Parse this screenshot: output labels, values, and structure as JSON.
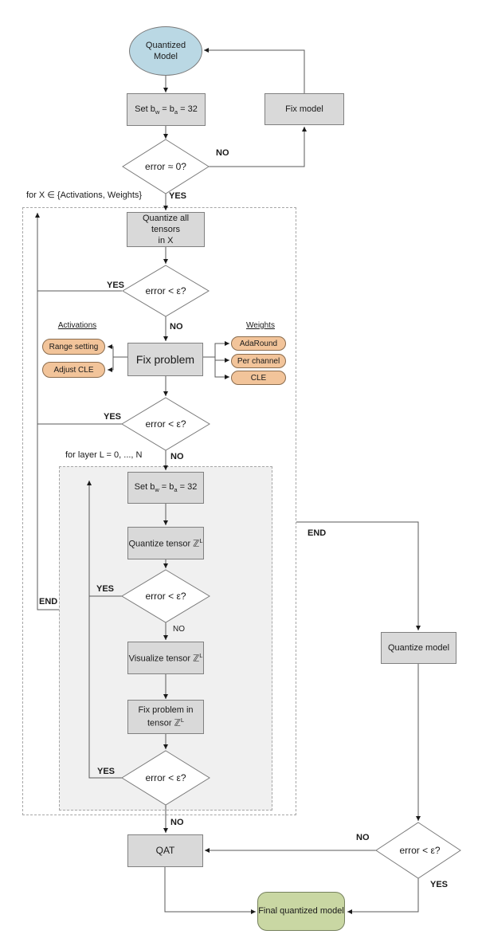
{
  "colors": {
    "line": "#5a5a5a",
    "shape_border": "#7a7a7a",
    "box_fill": "#d9d9d9",
    "box_border": "#808080",
    "ellipse_fill": "#bad8e4",
    "pill_fill": "#f2c49a",
    "pill_border": "#8a6c4e",
    "green_fill": "#c9d7a3",
    "green_border": "#76815d",
    "inner_loop_fill": "#f0f0f0",
    "dashed_border": "#a6a6a6",
    "text": "#1a1a1a",
    "arrow": "#1a1a1a"
  },
  "nodes": {
    "start": "Quantized\nModel",
    "set_bits": {
      "pre": "Set b",
      "sub1": "w",
      "mid": " = b",
      "sub2": "a",
      "post": " = 32"
    },
    "fix_model": "Fix model",
    "quantize_all": "Quantize all tensors\nin X",
    "fix_problem": "Fix problem",
    "quantize_tensor": {
      "text": "Quantize tensor ℤ",
      "sup": "L"
    },
    "visualize_tensor": {
      "text": "Visualize tensor ℤ",
      "sup": "L"
    },
    "fix_tensor": {
      "line1": "Fix problem in",
      "line2": "tensor ℤ",
      "sup": "L"
    },
    "qat": "QAT",
    "quantize_model": "Quantize model",
    "final_model": "Final quantized model"
  },
  "decisions": {
    "error_zero": "error ≈ 0?",
    "error_eps": "error < ε?"
  },
  "loops": {
    "outer_label": "for X ∈ {Activations, Weights}",
    "inner_label": "for layer L = 0, ..., N"
  },
  "groups": {
    "activations_header": "Activations",
    "weights_header": "Weights",
    "activation_fixes": [
      "Range setting",
      "Adjust CLE"
    ],
    "weight_fixes": [
      "AdaRound",
      "Per channel",
      "CLE"
    ]
  },
  "edge_labels": {
    "yes": "YES",
    "no": "NO",
    "end": "END"
  }
}
